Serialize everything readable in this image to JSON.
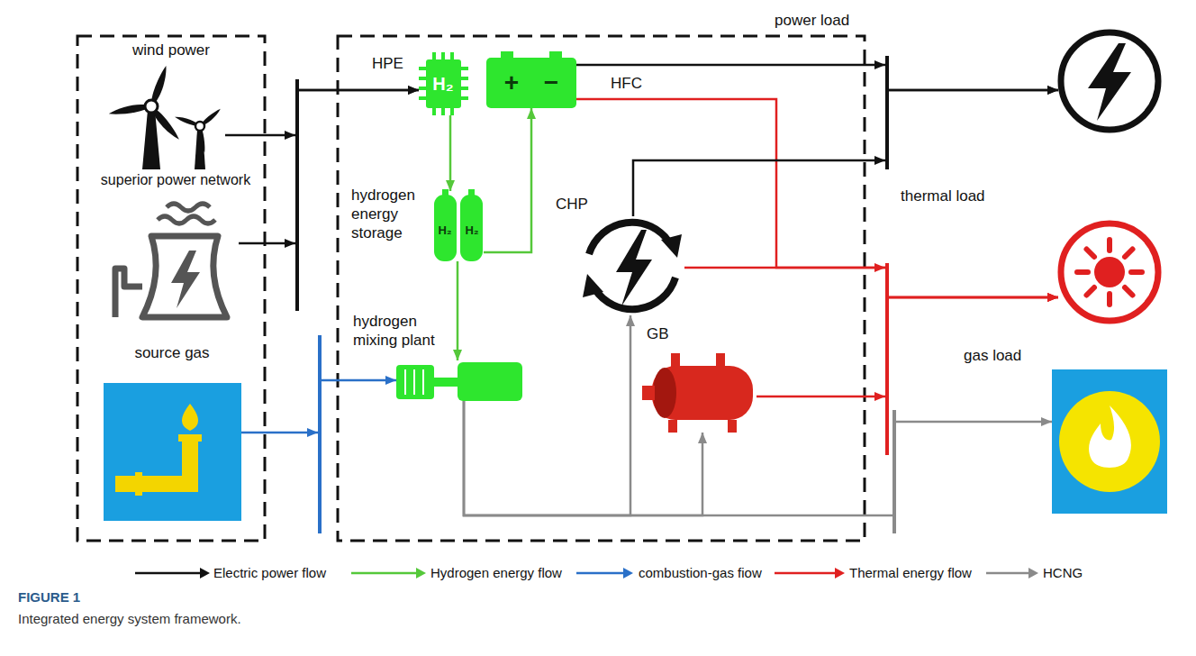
{
  "diagram": {
    "caption": "Integrated energy system framework.",
    "nodes": [
      {
        "text": [
          "wind power"
        ]
      },
      {
        "text": [
          "superior power network"
        ]
      },
      {
        "text": [
          "source gas"
        ]
      },
      {
        "text": [
          "HPE",
          "H₂"
        ]
      },
      {
        "text": [
          "HFC",
          "+",
          "−"
        ]
      },
      {
        "text": [
          "hydrogen energy storage",
          "H₂",
          "H₂"
        ]
      },
      {
        "text": [
          "hydrogen mixing plant"
        ]
      },
      {
        "text": [
          "CHP"
        ]
      },
      {
        "text": [
          "GB"
        ]
      },
      {
        "text": [
          "power load"
        ]
      },
      {
        "text": [
          "thermal load"
        ]
      },
      {
        "text": [
          "gas load"
        ]
      }
    ],
    "edges": [
      {
        "from": 0,
        "to": 3,
        "arrow": "to"
      },
      {
        "from": 1,
        "to": 3,
        "arrow": "to"
      },
      {
        "from": 2,
        "to": 6,
        "arrow": "to"
      },
      {
        "from": 3,
        "to": 5,
        "arrow": "to"
      },
      {
        "from": 5,
        "to": 4,
        "arrow": "to"
      },
      {
        "from": 5,
        "to": 6,
        "arrow": "to"
      },
      {
        "from": 4,
        "to": 9,
        "arrow": "to"
      },
      {
        "from": 4,
        "to": 10,
        "arrow": "to"
      },
      {
        "from": 7,
        "to": 9,
        "arrow": "to"
      },
      {
        "from": 7,
        "to": 10,
        "arrow": "to"
      },
      {
        "from": 8,
        "to": 10,
        "arrow": "to"
      },
      {
        "from": 6,
        "to": 7,
        "arrow": "to"
      },
      {
        "from": 6,
        "to": 8,
        "arrow": "to"
      },
      {
        "from": 6,
        "to": 11,
        "arrow": "to"
      }
    ],
    "labels": [
      "FIGURE 1"
    ],
    "legend": [
      {
        "text": "Electric power flow"
      },
      {
        "text": "Hydrogen energy flow"
      },
      {
        "text": "combustion-gas fiow"
      },
      {
        "text": "Thermal energy flow"
      },
      {
        "text": "HCNG"
      }
    ]
  }
}
